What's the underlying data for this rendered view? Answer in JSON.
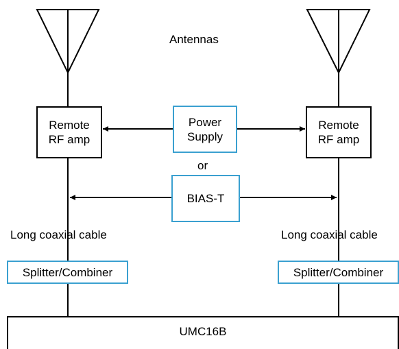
{
  "labels": {
    "antennas": "Antennas",
    "or": "or",
    "cable_left": "Long coaxial cable",
    "cable_right": "Long coaxial cable"
  },
  "left_amp": {
    "line1": "Remote",
    "line2": "RF amp"
  },
  "right_amp": {
    "line1": "Remote",
    "line2": "RF amp"
  },
  "power_supply": {
    "line1": "Power",
    "line2": "Supply"
  },
  "bias_t": {
    "label": "BIAS-T"
  },
  "splitter_left": {
    "label": "Splitter/Combiner"
  },
  "splitter_right": {
    "label": "Splitter/Combiner"
  },
  "receiver": {
    "label": "UMC16B"
  },
  "colors": {
    "box_blue": "#3aa0d0",
    "line": "#000000"
  }
}
